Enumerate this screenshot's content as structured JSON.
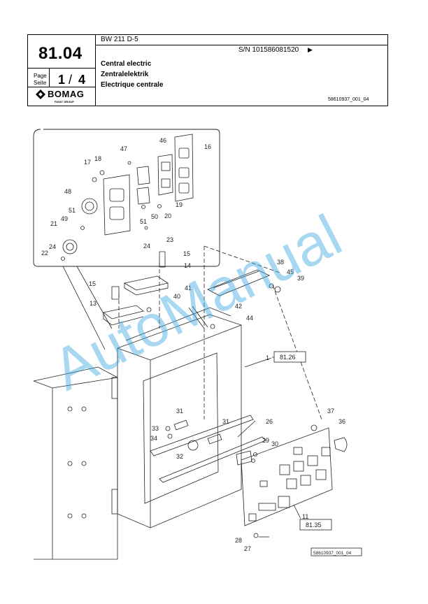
{
  "header": {
    "section_number": "81.04",
    "model": "BW 211 D-5",
    "serial": "S/N 101586081520",
    "serial_arrow": "▶",
    "page_label_1": "Page",
    "page_label_2": "Seite",
    "page_current": "1",
    "page_sep": "/",
    "page_total": "4",
    "titles": [
      "Central electric",
      "Zentralelektrik",
      "Electrique centrale"
    ],
    "doc_code": "58610937_001_04",
    "logo_text": "BOMAG",
    "logo_sub": "FAYAT GROUP"
  },
  "figure": {
    "ref_boxes": [
      "81.26",
      "81.35"
    ],
    "drawing_code": "58610937_001_04",
    "watermark": "AutoManual",
    "callouts": [
      "46",
      "16",
      "47",
      "18",
      "17",
      "48",
      "19",
      "51",
      "20",
      "50",
      "49",
      "21",
      "51",
      "23",
      "24",
      "24",
      "22",
      "15",
      "14",
      "15",
      "41",
      "40",
      "13",
      "42",
      "44",
      "38",
      "45",
      "39",
      "1",
      "37",
      "36",
      "26",
      "31",
      "31",
      "33",
      "34",
      "32",
      "29",
      "30",
      "11",
      "28",
      "27"
    ]
  }
}
